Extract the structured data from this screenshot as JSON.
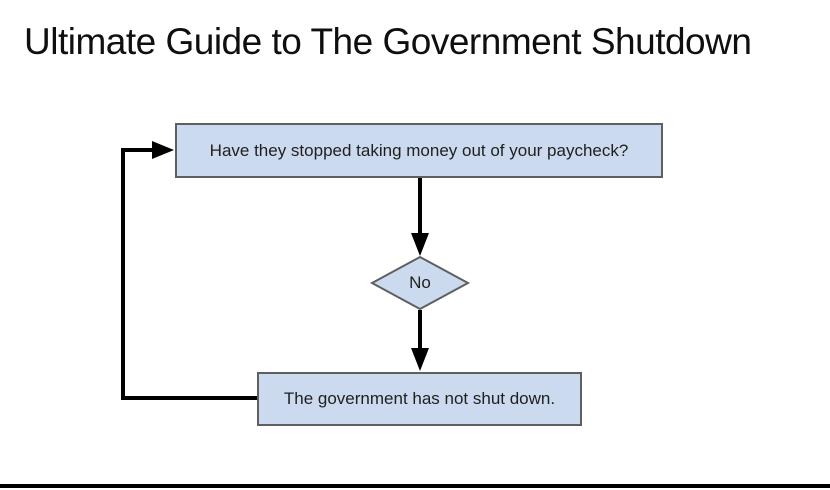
{
  "title": "Ultimate Guide to The Government Shutdown",
  "flowchart": {
    "nodes": {
      "question": {
        "label": "Have they stopped taking money out of your paycheck?",
        "type": "process"
      },
      "decision": {
        "label": "No",
        "type": "decision"
      },
      "result": {
        "label": "The government has not shut down.",
        "type": "process"
      }
    },
    "edges": [
      {
        "from": "question",
        "to": "decision"
      },
      {
        "from": "decision",
        "to": "result"
      },
      {
        "from": "result",
        "to": "question",
        "route": "loop-left"
      }
    ],
    "colors": {
      "node_fill": "#ccdaef",
      "node_border": "#5f5f5f",
      "arrow": "#000000",
      "text": "#1f1f1f"
    }
  }
}
